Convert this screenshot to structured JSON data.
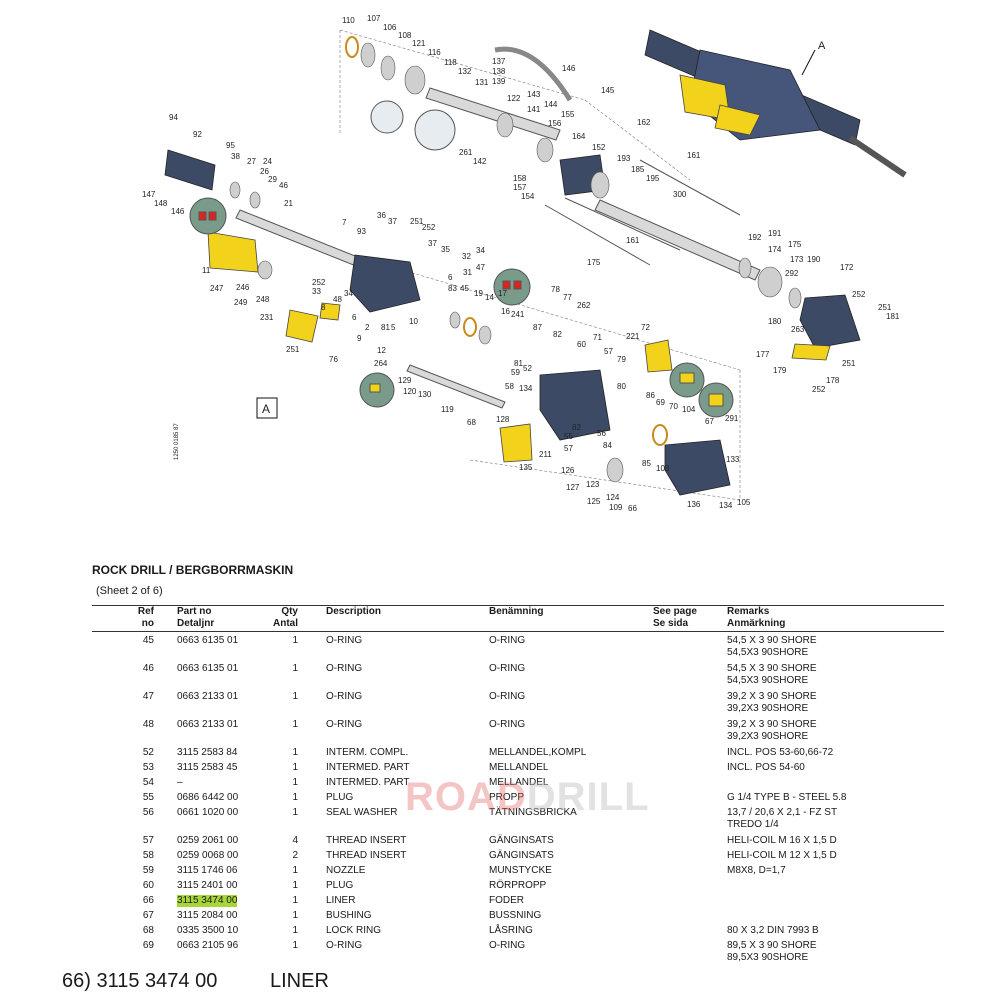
{
  "diagram": {
    "labels": [
      "110",
      "107",
      "106",
      "108",
      "121",
      "116",
      "118",
      "132",
      "137",
      "138",
      "139",
      "131",
      "146",
      "145",
      "143",
      "144",
      "155",
      "122",
      "141",
      "156",
      "261",
      "142",
      "164",
      "152",
      "162",
      "161",
      "158",
      "157",
      "154",
      "193",
      "185",
      "195",
      "300",
      "94",
      "92",
      "95",
      "38",
      "27",
      "24",
      "26",
      "29",
      "46",
      "147",
      "148",
      "146",
      "21",
      "7",
      "93",
      "36",
      "37",
      "251",
      "252",
      "37",
      "35",
      "32",
      "34",
      "31",
      "47",
      "6",
      "83",
      "45",
      "19",
      "14",
      "17",
      "16",
      "241",
      "11",
      "246",
      "247",
      "249",
      "248",
      "231",
      "251",
      "252",
      "33",
      "48",
      "34",
      "8",
      "6",
      "2",
      "81",
      "5",
      "10",
      "9",
      "12",
      "264",
      "76",
      "78",
      "77",
      "262",
      "87",
      "82",
      "221",
      "72",
      "81",
      "59",
      "52",
      "60",
      "71",
      "57",
      "79",
      "58",
      "134",
      "80",
      "128",
      "129",
      "120",
      "130",
      "119",
      "68",
      "86",
      "69",
      "70",
      "104",
      "291",
      "67",
      "84",
      "56",
      "55",
      "57",
      "82",
      "211",
      "135",
      "126",
      "127",
      "123",
      "125",
      "124",
      "109",
      "66",
      "85",
      "103",
      "136",
      "134",
      "105",
      "133",
      "161",
      "175",
      "192",
      "191",
      "174",
      "175",
      "173",
      "190",
      "292",
      "172",
      "252",
      "251",
      "181",
      "180",
      "263",
      "177",
      "179",
      "178",
      "252",
      "251"
    ],
    "view_marker": "A",
    "assembly_marker": "A",
    "doc_code": "1250 0185 87"
  },
  "title": "ROCK DRILL / BERGBORRMASKIN",
  "sheet": "(Sheet 2 of 6)",
  "columns": {
    "ref": [
      "Ref",
      "no"
    ],
    "part": [
      "Part no",
      "Detaljnr"
    ],
    "qty": [
      "Qty",
      "Antal"
    ],
    "desc": [
      "Description",
      ""
    ],
    "ben": [
      "Benämning",
      ""
    ],
    "see": [
      "See page",
      "Se sida"
    ],
    "rem": [
      "Remarks",
      "Anmärkning"
    ]
  },
  "rows": [
    {
      "ref": "45",
      "part": "0663 6135 01",
      "qty": "1",
      "desc": "O-RING",
      "ben": "O-RING",
      "rem": [
        "54,5 X 3  90 SHORE",
        "54,5X3 90SHORE"
      ]
    },
    {
      "ref": "46",
      "part": "0663 6135 01",
      "qty": "1",
      "desc": "O-RING",
      "ben": "O-RING",
      "rem": [
        "54,5 X 3  90 SHORE",
        "54,5X3 90SHORE"
      ]
    },
    {
      "ref": "47",
      "part": "0663 2133 01",
      "qty": "1",
      "desc": "O-RING",
      "ben": "O-RING",
      "rem": [
        "39,2 X 3  90 SHORE",
        "39,2X3 90SHORE"
      ]
    },
    {
      "ref": "48",
      "part": "0663 2133 01",
      "qty": "1",
      "desc": "O-RING",
      "ben": "O-RING",
      "rem": [
        "39,2 X 3  90 SHORE",
        "39,2X3 90SHORE"
      ]
    },
    {
      "ref": "52",
      "part": "3115 2583 84",
      "qty": "1",
      "desc": "INTERM. COMPL.",
      "ben": "MELLANDEL,KOMPL",
      "rem": [
        "INCL. POS 53-60,66-72"
      ]
    },
    {
      "ref": "53",
      "part": "3115 2583 45",
      "qty": "1",
      "desc": "INTERMED. PART",
      "ben": "MELLANDEL",
      "rem": [
        "INCL. POS 54-60"
      ]
    },
    {
      "ref": "54",
      "part": "–",
      "qty": "1",
      "desc": "INTERMED. PART",
      "ben": "MELLANDEL",
      "rem": []
    },
    {
      "ref": "55",
      "part": "0686 6442 00",
      "qty": "1",
      "desc": "PLUG",
      "ben": "PROPP",
      "rem": [
        "G 1/4 TYPE B - STEEL 5.8"
      ]
    },
    {
      "ref": "56",
      "part": "0661 1020 00",
      "qty": "1",
      "desc": "SEAL WASHER",
      "ben": "TÄTNINGSBRICKA",
      "rem": [
        "13,7 / 20,6 X 2,1 - FZ ST",
        " TREDO 1/4"
      ]
    },
    {
      "ref": "57",
      "part": "0259 2061 00",
      "qty": "4",
      "desc": "THREAD INSERT",
      "ben": "GÄNGINSATS",
      "rem": [
        "HELI-COIL M 16 X 1,5 D"
      ]
    },
    {
      "ref": "58",
      "part": "0259 0068 00",
      "qty": "2",
      "desc": "THREAD INSERT",
      "ben": "GÄNGINSATS",
      "rem": [
        "HELI-COIL M 12 X 1,5 D"
      ]
    },
    {
      "ref": "59",
      "part": "3115 1746 06",
      "qty": "1",
      "desc": "NOZZLE",
      "ben": "MUNSTYCKE",
      "rem": [
        "M8X8, D=1,7"
      ]
    },
    {
      "ref": "60",
      "part": "3115 2401 00",
      "qty": "1",
      "desc": "PLUG",
      "ben": "RÖRPROPP",
      "rem": []
    },
    {
      "ref": "66",
      "part": "3115 3474 00",
      "qty": "1",
      "desc": "LINER",
      "ben": "FODER",
      "rem": [],
      "highlight": true
    },
    {
      "ref": "67",
      "part": "3115 2084 00",
      "qty": "1",
      "desc": "BUSHING",
      "ben": "BUSSNING",
      "rem": []
    },
    {
      "ref": "68",
      "part": "0335 3500 10",
      "qty": "1",
      "desc": "LOCK RING",
      "ben": "LÅSRING",
      "rem": [
        "80 X 3,2 DIN 7993 B"
      ]
    },
    {
      "ref": "69",
      "part": "0663 2105 96",
      "qty": "1",
      "desc": "O-RING",
      "ben": "O-RING",
      "rem": [
        "89,5 X 3  90 SHORE",
        "89,5X3 90SHORE"
      ]
    }
  ],
  "watermark": {
    "part1": "ROAD",
    "part2": "DRILL"
  },
  "caption": {
    "ref": "66) 3115 3474 00",
    "name": "LINER"
  },
  "colors": {
    "accent": "#a8d63a",
    "part_yellow": "#f2d21b",
    "part_blue": "#3d4a66"
  }
}
